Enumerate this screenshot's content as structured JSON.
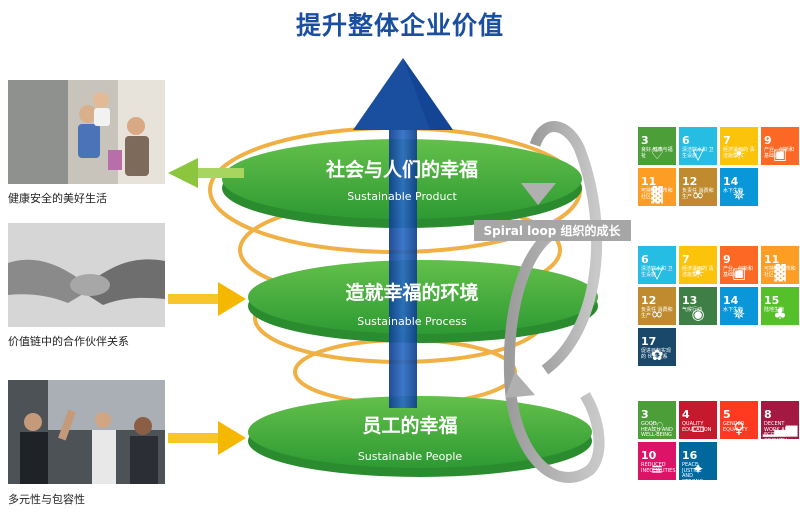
{
  "title": "提升整体企业价值",
  "colors": {
    "title": "#1a4fa0",
    "disc": "#3aa33a",
    "arrow_blue": "#1a4fa0",
    "loop_orange": "#f0a830",
    "loop_gray": "#b0b0b0",
    "side_arrow_yellow": "#f5b800",
    "side_arrow_green": "#8cc63f"
  },
  "levels": [
    {
      "name": "社会与人们的幸福",
      "subtitle": "Sustainable Product"
    },
    {
      "name": "造就幸福的环境",
      "subtitle": "Sustainable Process"
    },
    {
      "name": "员工的幸福",
      "subtitle": "Sustainable People"
    }
  ],
  "spiral_label": "Spiral loop 组织的成长",
  "photos": [
    {
      "caption": "健康安全的美好生活",
      "icon": "family-photo"
    },
    {
      "caption": "价值链中的合作伙伴关系",
      "icon": "handshake-photo"
    },
    {
      "caption": "多元性与包容性",
      "icon": "team-high-five-photo"
    }
  ],
  "sdg_groups": [
    {
      "tiles": [
        {
          "num": "3",
          "label": "良好 健康与福祉",
          "color": "#4c9f38",
          "icon": "heartbeat-icon"
        },
        {
          "num": "6",
          "label": "清洁饮水和 卫生设施",
          "color": "#26bde2",
          "icon": "water-drop-icon"
        },
        {
          "num": "7",
          "label": "经济适用的 清洁能源",
          "color": "#fcc30b",
          "icon": "sun-icon"
        },
        {
          "num": "9",
          "label": "产业、创新和 基础设施",
          "color": "#fd6925",
          "icon": "cubes-icon"
        },
        {
          "num": "11",
          "label": "可持续 城市和社区",
          "color": "#fd9d24",
          "icon": "city-icon"
        },
        {
          "num": "12",
          "label": "负责任 消费和生产",
          "color": "#bf8b2e",
          "icon": "infinity-icon"
        },
        {
          "num": "14",
          "label": "水下生物",
          "color": "#0a97d9",
          "icon": "fish-icon"
        }
      ]
    },
    {
      "tiles": [
        {
          "num": "6",
          "label": "清洁饮水和 卫生设施",
          "color": "#26bde2",
          "icon": "water-drop-icon"
        },
        {
          "num": "7",
          "label": "经济适用的 清洁能源",
          "color": "#fcc30b",
          "icon": "sun-icon"
        },
        {
          "num": "9",
          "label": "产业、创新和 基础设施",
          "color": "#fd6925",
          "icon": "cubes-icon"
        },
        {
          "num": "11",
          "label": "可持续 城市和社区",
          "color": "#fd9d24",
          "icon": "city-icon"
        },
        {
          "num": "12",
          "label": "负责任 消费和生产",
          "color": "#bf8b2e",
          "icon": "infinity-icon"
        },
        {
          "num": "13",
          "label": "气候行动",
          "color": "#3f7e44",
          "icon": "eye-globe-icon"
        },
        {
          "num": "14",
          "label": "水下生物",
          "color": "#0a97d9",
          "icon": "fish-icon"
        },
        {
          "num": "15",
          "label": "陆地生物",
          "color": "#56c02b",
          "icon": "tree-icon"
        },
        {
          "num": "17",
          "label": "促进目标实现的 伙伴关系",
          "color": "#19486a",
          "icon": "flower-icon"
        }
      ]
    },
    {
      "tiles": [
        {
          "num": "3",
          "label": "GOOD HEALTH AND WELL-BEING",
          "color": "#4c9f38",
          "icon": "heartbeat-icon"
        },
        {
          "num": "4",
          "label": "QUALITY EDUCATION",
          "color": "#c5192d",
          "icon": "book-icon"
        },
        {
          "num": "5",
          "label": "GENDER EQUALITY",
          "color": "#ff3a21",
          "icon": "gender-icon"
        },
        {
          "num": "8",
          "label": "DECENT WORK AND ECONOMIC GROWTH",
          "color": "#a21942",
          "icon": "bar-chart-icon"
        },
        {
          "num": "10",
          "label": "REDUCED INEQUALITIES",
          "color": "#dd1367",
          "icon": "equality-icon"
        },
        {
          "num": "16",
          "label": "PEACE, JUSTICE AND STRONG INSTITUTIONS",
          "color": "#00689d",
          "icon": "dove-icon"
        }
      ]
    }
  ]
}
